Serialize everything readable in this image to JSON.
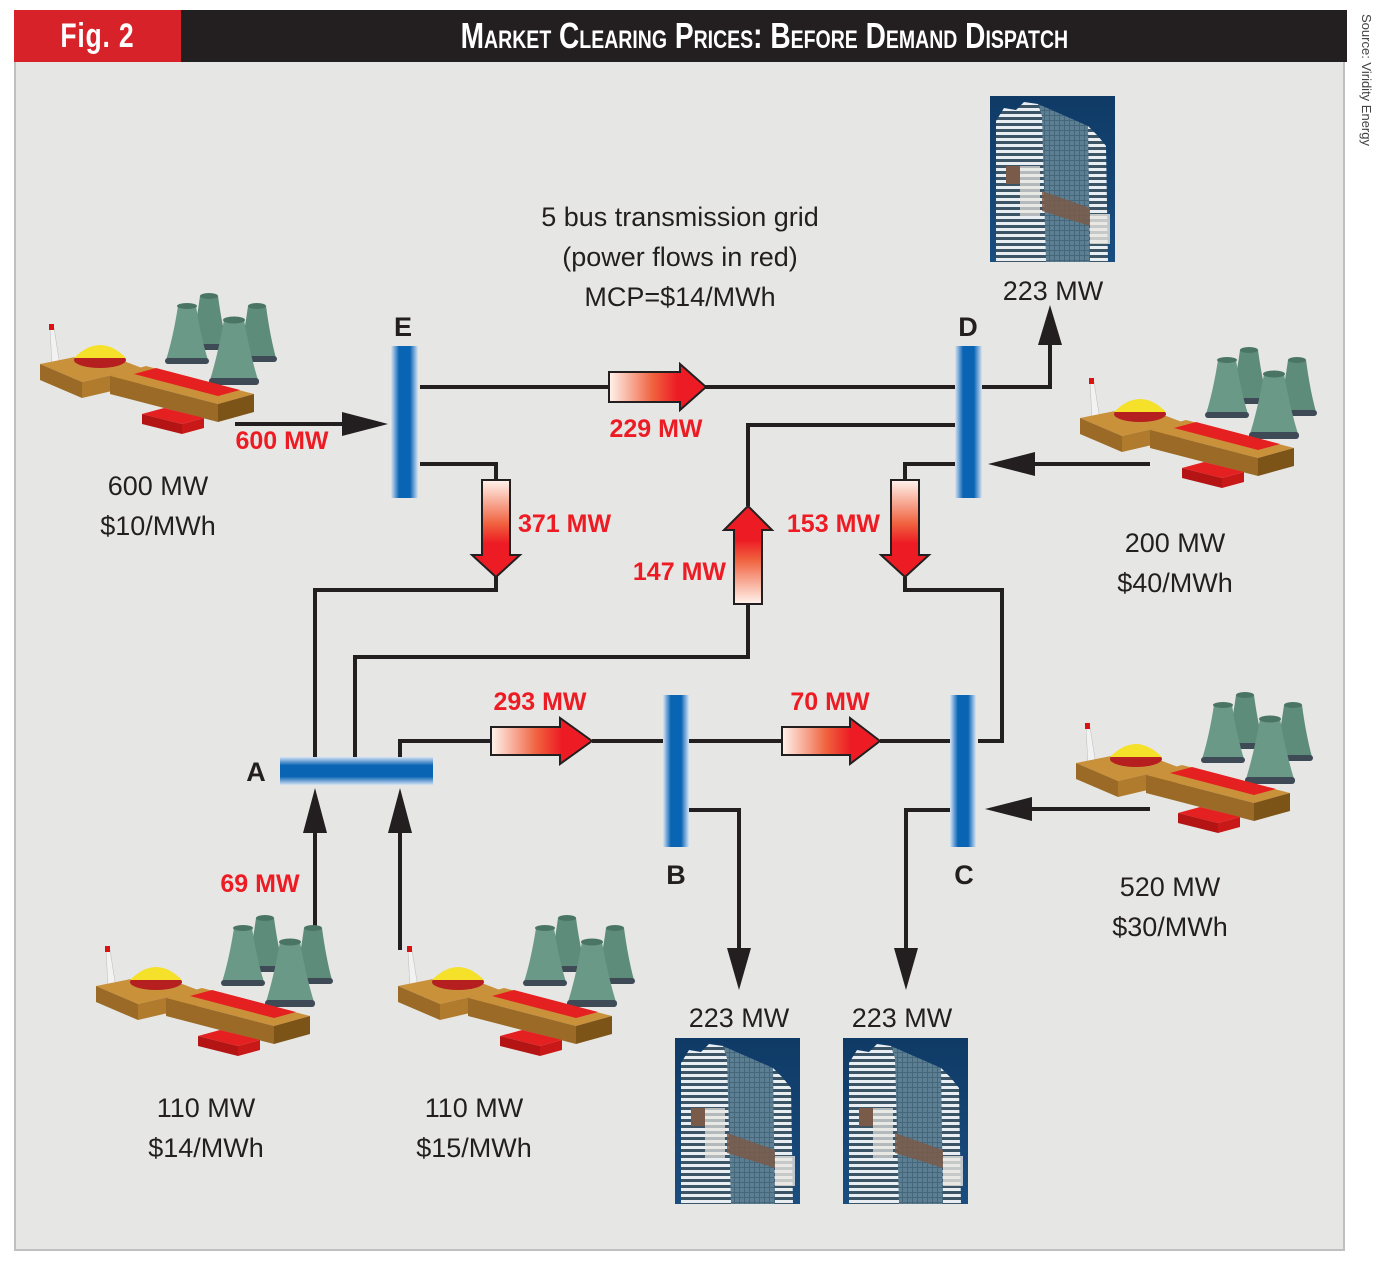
{
  "header": {
    "figure_tag": "Fig. 2",
    "title": "Market Clearing Prices: Before Demand Dispatch",
    "source": "Source: Viridity Energy"
  },
  "grid_caption": {
    "line1": "5 bus transmission grid",
    "line2": "(power flows in red)",
    "line3": "MCP=$14/MWh"
  },
  "colors": {
    "flow_red": "#ed1c24",
    "bus_blue": "#0a64b4",
    "line_black": "#231f20",
    "background": "#e6e7e4",
    "header_red": "#d7222a",
    "header_black": "#231f20"
  },
  "buses": [
    {
      "id": "A",
      "label": "A"
    },
    {
      "id": "B",
      "label": "B"
    },
    {
      "id": "C",
      "label": "C"
    },
    {
      "id": "D",
      "label": "D"
    },
    {
      "id": "E",
      "label": "E"
    }
  ],
  "generators": [
    {
      "id": "gen-e",
      "bus": "E",
      "capacity": "600 MW",
      "price": "$10/MWh",
      "output_label": "600 MW",
      "icon": "power-plant-icon"
    },
    {
      "id": "gen-d",
      "bus": "D",
      "capacity": "200 MW",
      "price": "$40/MWh",
      "icon": "power-plant-icon"
    },
    {
      "id": "gen-c",
      "bus": "C",
      "capacity": "520 MW",
      "price": "$30/MWh",
      "icon": "power-plant-icon"
    },
    {
      "id": "gen-a1",
      "bus": "A",
      "capacity": "110 MW",
      "price": "$14/MWh",
      "output_label": "69 MW",
      "icon": "power-plant-icon"
    },
    {
      "id": "gen-a2",
      "bus": "A",
      "capacity": "110 MW",
      "price": "$15/MWh",
      "icon": "power-plant-icon"
    }
  ],
  "loads": [
    {
      "id": "load-d",
      "bus": "D",
      "demand": "223 MW",
      "icon": "office-building-icon"
    },
    {
      "id": "load-b",
      "bus": "B",
      "demand": "223 MW",
      "icon": "office-building-icon"
    },
    {
      "id": "load-c",
      "bus": "C",
      "demand": "223 MW",
      "icon": "office-building-icon"
    }
  ],
  "flows": [
    {
      "from": "E",
      "to": "D",
      "label": "229 MW"
    },
    {
      "from": "E",
      "to": "A",
      "label": "371 MW"
    },
    {
      "from": "A",
      "to": "D",
      "label": "147 MW"
    },
    {
      "from": "D",
      "to": "C",
      "label": "153 MW"
    },
    {
      "from": "A",
      "to": "B",
      "label": "293 MW"
    },
    {
      "from": "B",
      "to": "C",
      "label": "70 MW"
    }
  ]
}
